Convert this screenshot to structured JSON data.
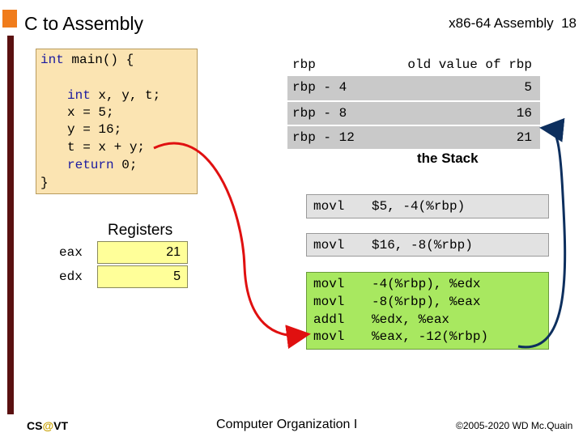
{
  "header": {
    "title": "C to Assembly",
    "section": "x86-64 Assembly",
    "slide_number": "18"
  },
  "code": {
    "lines": [
      {
        "kw": "int",
        "rest": " main() {"
      },
      {
        "kw": "int",
        "rest": " x, y, t;"
      },
      {
        "kw": "",
        "rest": "x = 5;"
      },
      {
        "kw": "",
        "rest": "y = 16;"
      },
      {
        "kw": "",
        "rest": "t = x + y;"
      },
      {
        "kw": "return",
        "rest": " 0;"
      },
      {
        "kw": "",
        "rest": "}"
      }
    ]
  },
  "stack": {
    "header_label": "rbp",
    "header_value": "old value of rbp",
    "rows": [
      {
        "label": "rbp - 4",
        "value": "5"
      },
      {
        "label": "rbp - 8",
        "value": "16"
      },
      {
        "label": "rbp - 12",
        "value": "21"
      }
    ],
    "caption": "the Stack"
  },
  "instructions": [
    {
      "op": "movl",
      "args": "$5, -4(%rbp)"
    },
    {
      "op": "movl",
      "args": "$16, -8(%rbp)"
    },
    {
      "op": "movl",
      "args": "-4(%rbp), %edx"
    },
    {
      "op": "movl",
      "args": "-8(%rbp), %eax"
    },
    {
      "op": "addl",
      "args": "%edx, %eax"
    },
    {
      "op": "movl",
      "args": "%eax, -12(%rbp)"
    }
  ],
  "registers": {
    "heading": "Registers",
    "items": [
      {
        "name": "eax",
        "value": "21"
      },
      {
        "name": "edx",
        "value": "5"
      }
    ]
  },
  "footer": {
    "left_prefix": "CS",
    "left_at": "@",
    "left_suffix": "VT",
    "center": "Computer Organization I",
    "right": "©2005-2020 WD Mc.Quain"
  },
  "colors": {
    "accent_orange": "#f07c1c",
    "code_bg": "#fbe4b2",
    "highlight_green": "#a8e860",
    "register_yellow": "#ffff99",
    "arrow_red": "#e01010",
    "arrow_navy": "#0d2f5e"
  }
}
